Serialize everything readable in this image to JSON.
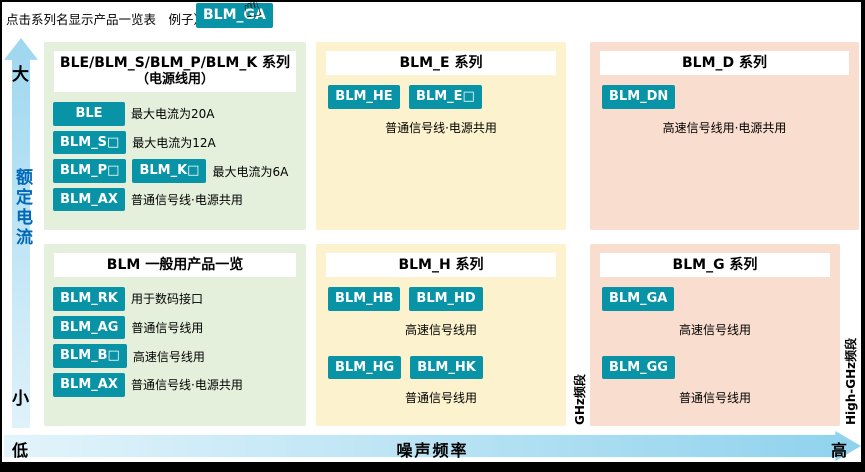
{
  "colors": {
    "teal": "#0894A6",
    "panel_green": "#E4F0DB",
    "panel_cream": "#FCF2CD",
    "panel_pink": "#F9DDCE",
    "axis_gradient_start": "#E3F4FB",
    "axis_gradient_end": "#8FD2ED",
    "y_title_blue": "#0068B7"
  },
  "header": {
    "note": "点击系列名显示产品一览表　例子）",
    "example_button": "BLM_GA"
  },
  "icons": {
    "hand_pointer": "☝"
  },
  "y_axis": {
    "max_label": "大",
    "title": "额定电流",
    "min_label": "小"
  },
  "x_axis": {
    "min_label": "低",
    "title": "噪声频率",
    "max_label": "高"
  },
  "band_labels": {
    "ghz": "GHz频段",
    "high_ghz": "High-GHz频段"
  },
  "panels": [
    {
      "title": "BLE/BLM_S/BLM_P/BLM_K 系列",
      "subtitle": "（电源线用）",
      "rows": [
        {
          "buttons": [
            "BLE"
          ],
          "desc": "最大电流为20A"
        },
        {
          "buttons": [
            "BLM_S□"
          ],
          "desc": "最大电流为12A"
        },
        {
          "buttons": [
            "BLM_P□",
            "BLM_K□"
          ],
          "desc": "最大电流为6A"
        },
        {
          "buttons": [
            "BLM_AX"
          ],
          "desc": "普通信号线·电源共用"
        }
      ]
    },
    {
      "title": "BLM_E 系列",
      "groups": [
        {
          "buttons": [
            "BLM_HE",
            "BLM_E□"
          ],
          "desc": "普通信号线·电源共用"
        }
      ]
    },
    {
      "title": "BLM_D 系列",
      "groups": [
        {
          "buttons": [
            "BLM_DN"
          ],
          "desc": "高速信号线用·电源共用"
        }
      ]
    },
    {
      "title": "BLM 一般用产品一览",
      "rows": [
        {
          "buttons": [
            "BLM_RK"
          ],
          "desc": "用于数码接口"
        },
        {
          "buttons": [
            "BLM_AG"
          ],
          "desc": "普通信号线用"
        },
        {
          "buttons": [
            "BLM_B□"
          ],
          "desc": "高速信号线用"
        },
        {
          "buttons": [
            "BLM_AX"
          ],
          "desc": "普通信号线·电源共用"
        }
      ]
    },
    {
      "title": "BLM_H 系列",
      "groups": [
        {
          "buttons": [
            "BLM_HB",
            "BLM_HD"
          ],
          "desc": "高速信号线用"
        },
        {
          "buttons": [
            "BLM_HG",
            "BLM_HK"
          ],
          "desc": "普通信号线用"
        }
      ]
    },
    {
      "title": "BLM_G 系列",
      "groups": [
        {
          "buttons": [
            "BLM_GA"
          ],
          "desc": "高速信号线用"
        },
        {
          "buttons": [
            "BLM_GG"
          ],
          "desc": "普通信号线用"
        }
      ]
    }
  ]
}
